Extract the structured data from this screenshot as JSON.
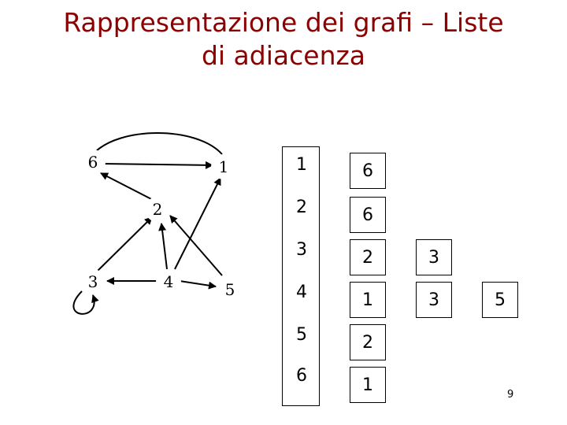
{
  "title": {
    "line1": "Rappresentazione dei grafi – Liste",
    "line2": "di adiacenza"
  },
  "graph": {
    "nodes": [
      "6",
      "1",
      "2",
      "3",
      "4",
      "5"
    ]
  },
  "adjacency": {
    "indices": [
      "1",
      "2",
      "3",
      "4",
      "5",
      "6"
    ],
    "rows": [
      [
        "6"
      ],
      [
        "6"
      ],
      [
        "2",
        "3"
      ],
      [
        "1",
        "3",
        "5"
      ],
      [
        "2"
      ],
      [
        "1"
      ]
    ]
  },
  "page_number": "9"
}
